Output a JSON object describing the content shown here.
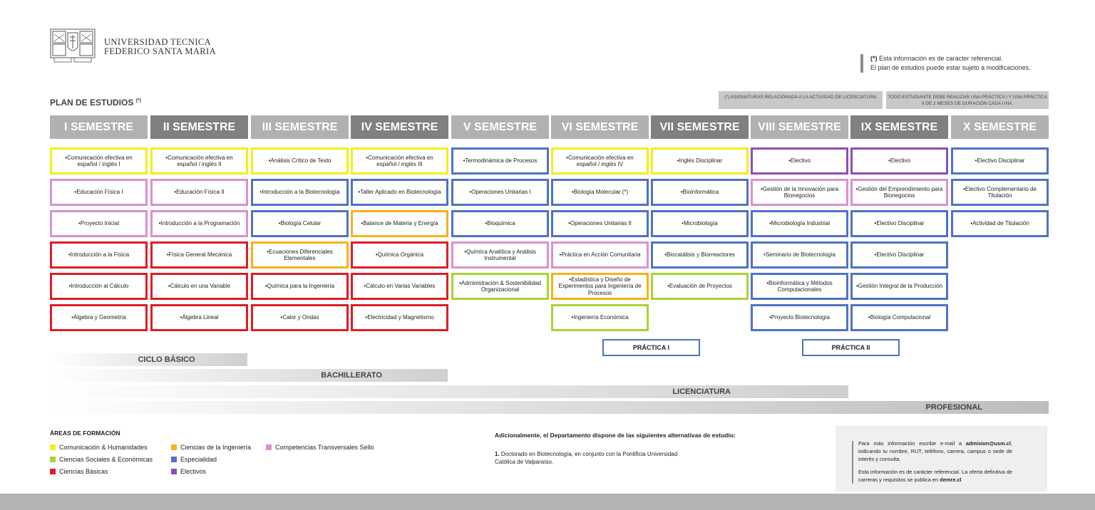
{
  "header": {
    "university_line1": "UNIVERSIDAD TECNICA",
    "university_line2": "FEDERICO SANTA MARIA",
    "note_mark": "(*)",
    "note_line1": "Esta información es de carácter referencial.",
    "note_line2": "El plan de estudios puede estar sujeto a modificaciones."
  },
  "plan": {
    "title": "PLAN DE ESTUDIOS",
    "title_mark": "(*)",
    "legend_box1": "(*) ASIGNATURAS RELACIONADA A LA ACTIVIDAD DE LICENCIATURA",
    "legend_box2": "TODO ESTUDIANTE DEBE REALIZAR UNA PRÁCTICA I Y UNA PRÁCTICA II DE 2 MESES DE DURACIÓN CADA UNA."
  },
  "colors": {
    "Comunicación": "#f3ef18",
    "Competencias": "#dc90cc",
    "Ciencias Básicas": "#e01c25",
    "Especialidad": "#4f72c4",
    "Ciencias de la Ingeniería": "#f6b21b",
    "Ciencias Sociales": "#a9d335",
    "Electivos": "#8e4dbb",
    "header_light": "#b1b1b1",
    "header_dark": "#808080"
  },
  "semesters": [
    {
      "title": "I SEMESTRE",
      "shade": "header_light",
      "courses": [
        {
          "name": "•Comunicación efectiva en español / inglés I",
          "color": "yellow"
        },
        {
          "name": "•Educación Física I",
          "color": "pink"
        },
        {
          "name": "•Proyecto Inicial",
          "color": "pink"
        },
        {
          "name": "•Introducción a la Física",
          "color": "red"
        },
        {
          "name": "•Introducción al Cálculo",
          "color": "red"
        },
        {
          "name": "•Álgebra y Geometría",
          "color": "red"
        }
      ]
    },
    {
      "title": "II SEMESTRE",
      "shade": "header_dark",
      "courses": [
        {
          "name": "•Comunicación efectiva en español / inglés II",
          "color": "yellow"
        },
        {
          "name": "•Educación Física II",
          "color": "pink"
        },
        {
          "name": "•Introducción a la Programación",
          "color": "pink"
        },
        {
          "name": "•Física General Mecánica",
          "color": "red"
        },
        {
          "name": "•Cálculo en una Variable",
          "color": "red"
        },
        {
          "name": "•Álgebra Lineal",
          "color": "red"
        }
      ]
    },
    {
      "title": "III SEMESTRE",
      "shade": "header_light",
      "courses": [
        {
          "name": "•Análisis Crítico de Texto",
          "color": "yellow"
        },
        {
          "name": "•Introducción a la Biotecnología",
          "color": "blue"
        },
        {
          "name": "•Biología Celular",
          "color": "blue"
        },
        {
          "name": "•Ecuaciones Diferenciales Elementales",
          "color": "orange"
        },
        {
          "name": "•Química para la Ingeniería",
          "color": "red"
        },
        {
          "name": "•Calor y Ondas",
          "color": "red"
        }
      ]
    },
    {
      "title": "IV SEMESTRE",
      "shade": "header_dark",
      "courses": [
        {
          "name": "•Comunicación efectiva en español / inglés III",
          "color": "yellow"
        },
        {
          "name": "•Taller Aplicado en Biotecnología",
          "color": "blue"
        },
        {
          "name": "•Balance de Materia y Energía",
          "color": "orange"
        },
        {
          "name": "•Química Orgánica",
          "color": "red"
        },
        {
          "name": "•Cálculo en Varias Variables",
          "color": "red"
        },
        {
          "name": "•Electricidad y Magnetismo",
          "color": "red"
        }
      ]
    },
    {
      "title": "V SEMESTRE",
      "shade": "header_light",
      "courses": [
        {
          "name": "•Termodinámica de Procesos",
          "color": "blue"
        },
        {
          "name": "•Operaciones Unitarias I",
          "color": "blue"
        },
        {
          "name": "•Bioquímica",
          "color": "blue"
        },
        {
          "name": "•Química Analítica y Análisis Instrumental",
          "color": "pink"
        },
        {
          "name": "•Administración & Sostenibilidad Organizacional",
          "color": "green"
        }
      ]
    },
    {
      "title": "VI SEMESTRE",
      "shade": "header_light",
      "courses": [
        {
          "name": "•Comunicación efectiva en español / inglés IV",
          "color": "yellow"
        },
        {
          "name": "•Biología Molecular (*)",
          "color": "blue"
        },
        {
          "name": "•Operaciones Unitarias II",
          "color": "blue"
        },
        {
          "name": "•Práctica en Acción Comunitaria",
          "color": "pink"
        },
        {
          "name": "•Estadística y Diseño de Experimentos para Ingeniería de Procesos",
          "color": "orange"
        },
        {
          "name": "•Ingeniería Económica",
          "color": "green"
        }
      ]
    },
    {
      "title": "VII SEMESTRE",
      "shade": "header_dark",
      "courses": [
        {
          "name": "•Inglés Disciplinar",
          "color": "yellow"
        },
        {
          "name": "•Bioinformática",
          "color": "blue"
        },
        {
          "name": "•Microbiología",
          "color": "blue"
        },
        {
          "name": "•Biocatálisis y Biorreactores",
          "color": "blue"
        },
        {
          "name": "•Evaluación de Proyectos",
          "color": "green"
        }
      ]
    },
    {
      "title": "VIII SEMESTRE",
      "shade": "header_light",
      "courses": [
        {
          "name": "•Electivo",
          "color": "purple"
        },
        {
          "name": "•Gestión de la Innovación para Bionegocios",
          "color": "pink"
        },
        {
          "name": "•Microbiología Industrial",
          "color": "blue"
        },
        {
          "name": "•Seminario de Biotecnología",
          "color": "blue"
        },
        {
          "name": "•Bioinformática y Métodos Computacionales",
          "color": "blue"
        },
        {
          "name": "•Proyecto Biotecnología",
          "color": "blue"
        }
      ]
    },
    {
      "title": "IX SEMESTRE",
      "shade": "header_dark",
      "courses": [
        {
          "name": "•Electivo",
          "color": "purple"
        },
        {
          "name": "•Gestión del Emprendimiento para Bionegocios",
          "color": "pink"
        },
        {
          "name": "•Electivo Disciplinar",
          "color": "blue"
        },
        {
          "name": "•Electivo Disciplinar",
          "color": "blue"
        },
        {
          "name": "•Gestión Integral de la Producción",
          "color": "blue"
        },
        {
          "name": "•Biología Computacional",
          "color": "blue"
        }
      ]
    },
    {
      "title": "X SEMESTRE",
      "shade": "header_light",
      "courses": [
        {
          "name": "•Electivo Disciplinar",
          "color": "blue"
        },
        {
          "name": "•Electivo Complementario de Titulación",
          "color": "blue"
        },
        {
          "name": "•Actividad de Titulación",
          "color": "blue"
        }
      ]
    }
  ],
  "practicas": [
    "PRÁCTICA I",
    "PRÁCTICA II"
  ],
  "cycles": [
    "CICLO BÁSICO",
    "BACHILLERATO",
    "LICENCIATURA",
    "PROFESIONAL"
  ],
  "areas": {
    "title": "ÁREAS DE FORMACIÓN",
    "items": [
      {
        "label": "Comunicación & Humanidades",
        "color": "#f3ef18"
      },
      {
        "label": "Ciencias Sociales & Económicas",
        "color": "#a9d335"
      },
      {
        "label": "Ciencias Básicas",
        "color": "#e01c25"
      },
      {
        "label": "Ciencias de la Ingeniería",
        "color": "#f6b21b"
      },
      {
        "label": "Especialidad",
        "color": "#4f72c4"
      },
      {
        "label": "Electivos",
        "color": "#8e4dbb"
      },
      {
        "label": "Competencias Transversales Sello",
        "color": "#dc90cc"
      }
    ]
  },
  "additional": {
    "title": "Adicionalmente, el Departamento dispone de las siguientes alternativas de estudio:",
    "item_number": "1.",
    "item_text": "Doctorado en Biotecnología, en conjunto con la Pontificia Universidad Católica de Valparaíso."
  },
  "info": {
    "line1_pre": "Para más información escribe e-mail a ",
    "email": "admision@usm.cl",
    "line1_post": ", indicando tu nombre, RUT, teléfono, carrera, campus o sede de interés y consulta.",
    "line2_pre": "Esta información es de carácter referencial. La oferta definitiva de carreras y requisitos se publica en ",
    "site": "demre.cl"
  }
}
